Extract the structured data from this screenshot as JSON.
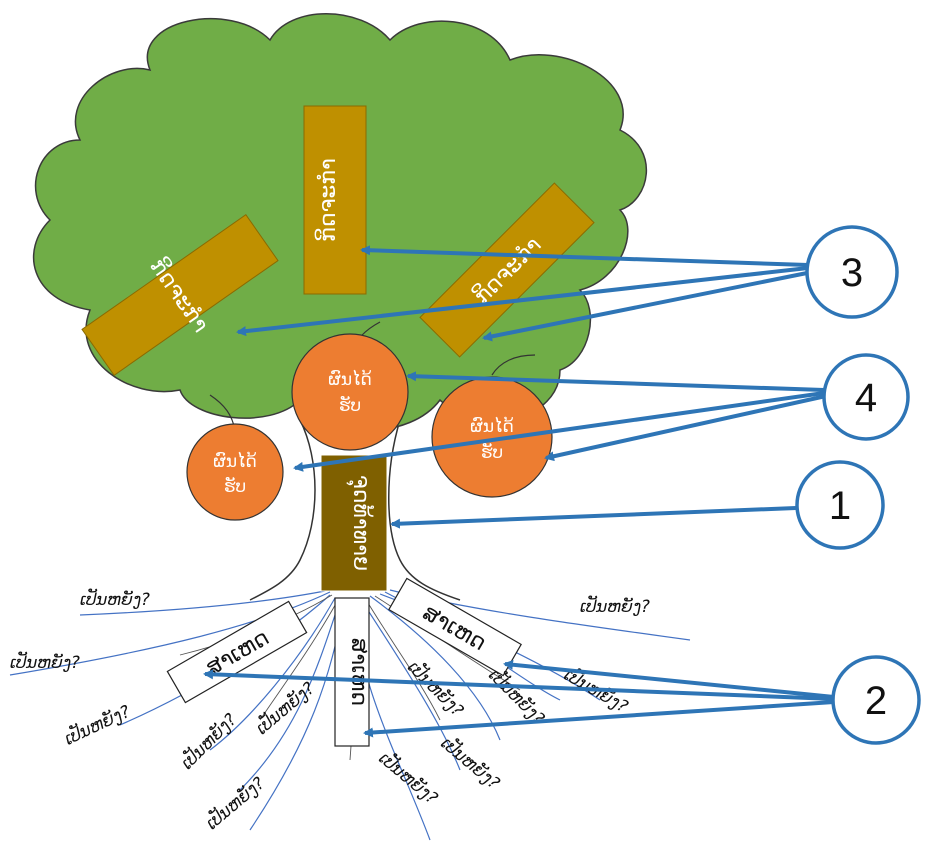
{
  "colors": {
    "canopy": "#70AD47",
    "canopy_outline": "#3a3a3a",
    "branch_box": "#BF9000",
    "branch_box_outline": "#8a6a00",
    "fruit": "#ED7D31",
    "trunk_box": "#7F6000",
    "arrow": "#2E75B6",
    "circle_outline": "#2E75B6",
    "root_line": "#4472C4"
  },
  "icons": {
    "trunk_texture": "tree-trunk-lines",
    "roots": "root-lines"
  },
  "canopy_boxes": [
    {
      "label": "ກິດຈະກຳ"
    },
    {
      "label": "ກິດຈະກຳ"
    },
    {
      "label": "ກິດຈະກຳ"
    }
  ],
  "fruits": [
    {
      "line1": "ຜົນໄດ້",
      "line2": "ຮັບ"
    },
    {
      "line1": "ຜົນໄດ້",
      "line2": "ຮັບ"
    },
    {
      "line1": "ຜົນໄດ້",
      "line2": "ຮັບ"
    }
  ],
  "trunk_label": "ຈຸດທ້າທາຍ",
  "root_boxes": [
    {
      "label": "ສາເຫດ"
    },
    {
      "label": "ສາເຫດ"
    },
    {
      "label": "ສາເຫດ"
    }
  ],
  "questions": [
    "ເປັນຫຍັງ?",
    "ເປັນຫຍັງ?",
    "ເປັນຫຍັງ?",
    "ເປັນຫຍັງ?",
    "ເປັນຫຍັງ?",
    "ເປັນຫຍັງ?",
    "ເປັນຫຍັງ?",
    "ເປັນຫຍັງ?",
    "ເປັນຫຍັງ?",
    "ເປັນຫຍັງ?",
    "ເປັນຫຍັງ?",
    "ເປັນຫຍັງ?"
  ],
  "callouts": [
    {
      "number": "1"
    },
    {
      "number": "2"
    },
    {
      "number": "3"
    },
    {
      "number": "4"
    }
  ]
}
